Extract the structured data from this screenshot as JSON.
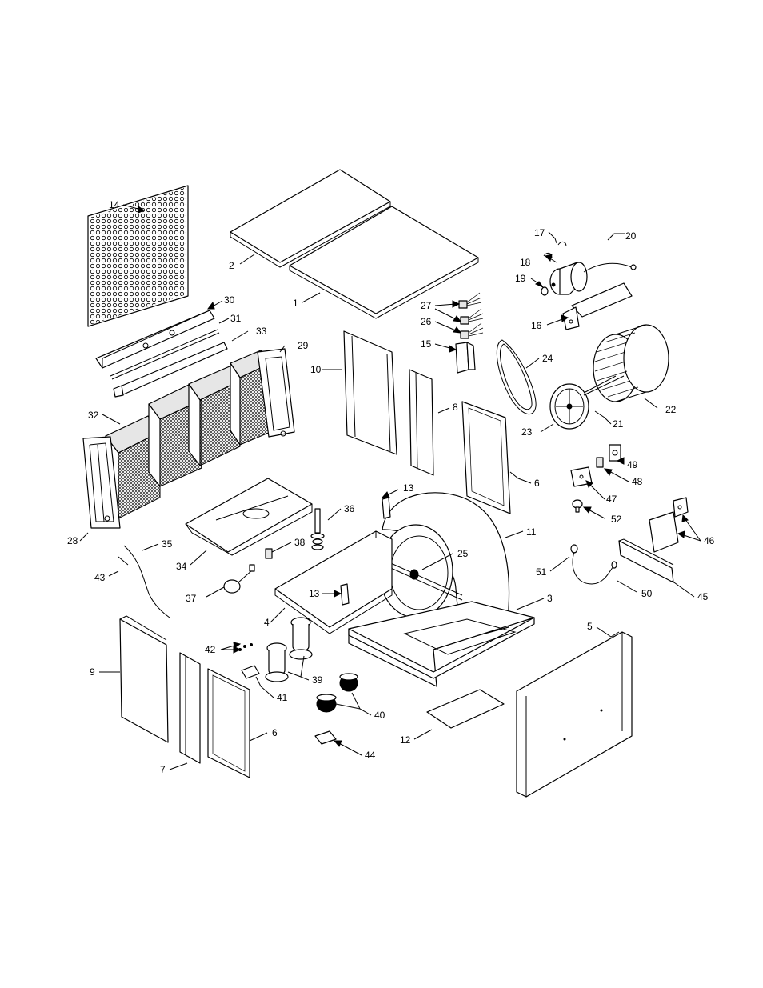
{
  "diagram": {
    "labels": [
      {
        "id": "14",
        "text": "14"
      },
      {
        "id": "2",
        "text": "2"
      },
      {
        "id": "1",
        "text": "1"
      },
      {
        "id": "17",
        "text": "17"
      },
      {
        "id": "20",
        "text": "20"
      },
      {
        "id": "18",
        "text": "18"
      },
      {
        "id": "19",
        "text": "19"
      },
      {
        "id": "16",
        "text": "16"
      },
      {
        "id": "30",
        "text": "30"
      },
      {
        "id": "31",
        "text": "31"
      },
      {
        "id": "33",
        "text": "33"
      },
      {
        "id": "29",
        "text": "29"
      },
      {
        "id": "27",
        "text": "27"
      },
      {
        "id": "26",
        "text": "26"
      },
      {
        "id": "15",
        "text": "15"
      },
      {
        "id": "10",
        "text": "10"
      },
      {
        "id": "24",
        "text": "24"
      },
      {
        "id": "22",
        "text": "22"
      },
      {
        "id": "21",
        "text": "21"
      },
      {
        "id": "23",
        "text": "23"
      },
      {
        "id": "8",
        "text": "8"
      },
      {
        "id": "32",
        "text": "32"
      },
      {
        "id": "6a",
        "text": "6"
      },
      {
        "id": "49",
        "text": "49"
      },
      {
        "id": "48",
        "text": "48"
      },
      {
        "id": "47",
        "text": "47"
      },
      {
        "id": "52",
        "text": "52"
      },
      {
        "id": "46",
        "text": "46"
      },
      {
        "id": "13a",
        "text": "13"
      },
      {
        "id": "36",
        "text": "36"
      },
      {
        "id": "11",
        "text": "11"
      },
      {
        "id": "28",
        "text": "28"
      },
      {
        "id": "35",
        "text": "35"
      },
      {
        "id": "38",
        "text": "38"
      },
      {
        "id": "25",
        "text": "25"
      },
      {
        "id": "34",
        "text": "34"
      },
      {
        "id": "43",
        "text": "43"
      },
      {
        "id": "51",
        "text": "51"
      },
      {
        "id": "37",
        "text": "37"
      },
      {
        "id": "13b",
        "text": "13"
      },
      {
        "id": "50",
        "text": "50"
      },
      {
        "id": "45",
        "text": "45"
      },
      {
        "id": "3",
        "text": "3"
      },
      {
        "id": "4",
        "text": "4"
      },
      {
        "id": "5",
        "text": "5"
      },
      {
        "id": "42",
        "text": "42"
      },
      {
        "id": "9",
        "text": "9"
      },
      {
        "id": "39",
        "text": "39"
      },
      {
        "id": "41",
        "text": "41"
      },
      {
        "id": "40",
        "text": "40"
      },
      {
        "id": "6b",
        "text": "6"
      },
      {
        "id": "12",
        "text": "12"
      },
      {
        "id": "44",
        "text": "44"
      },
      {
        "id": "7",
        "text": "7"
      }
    ]
  }
}
